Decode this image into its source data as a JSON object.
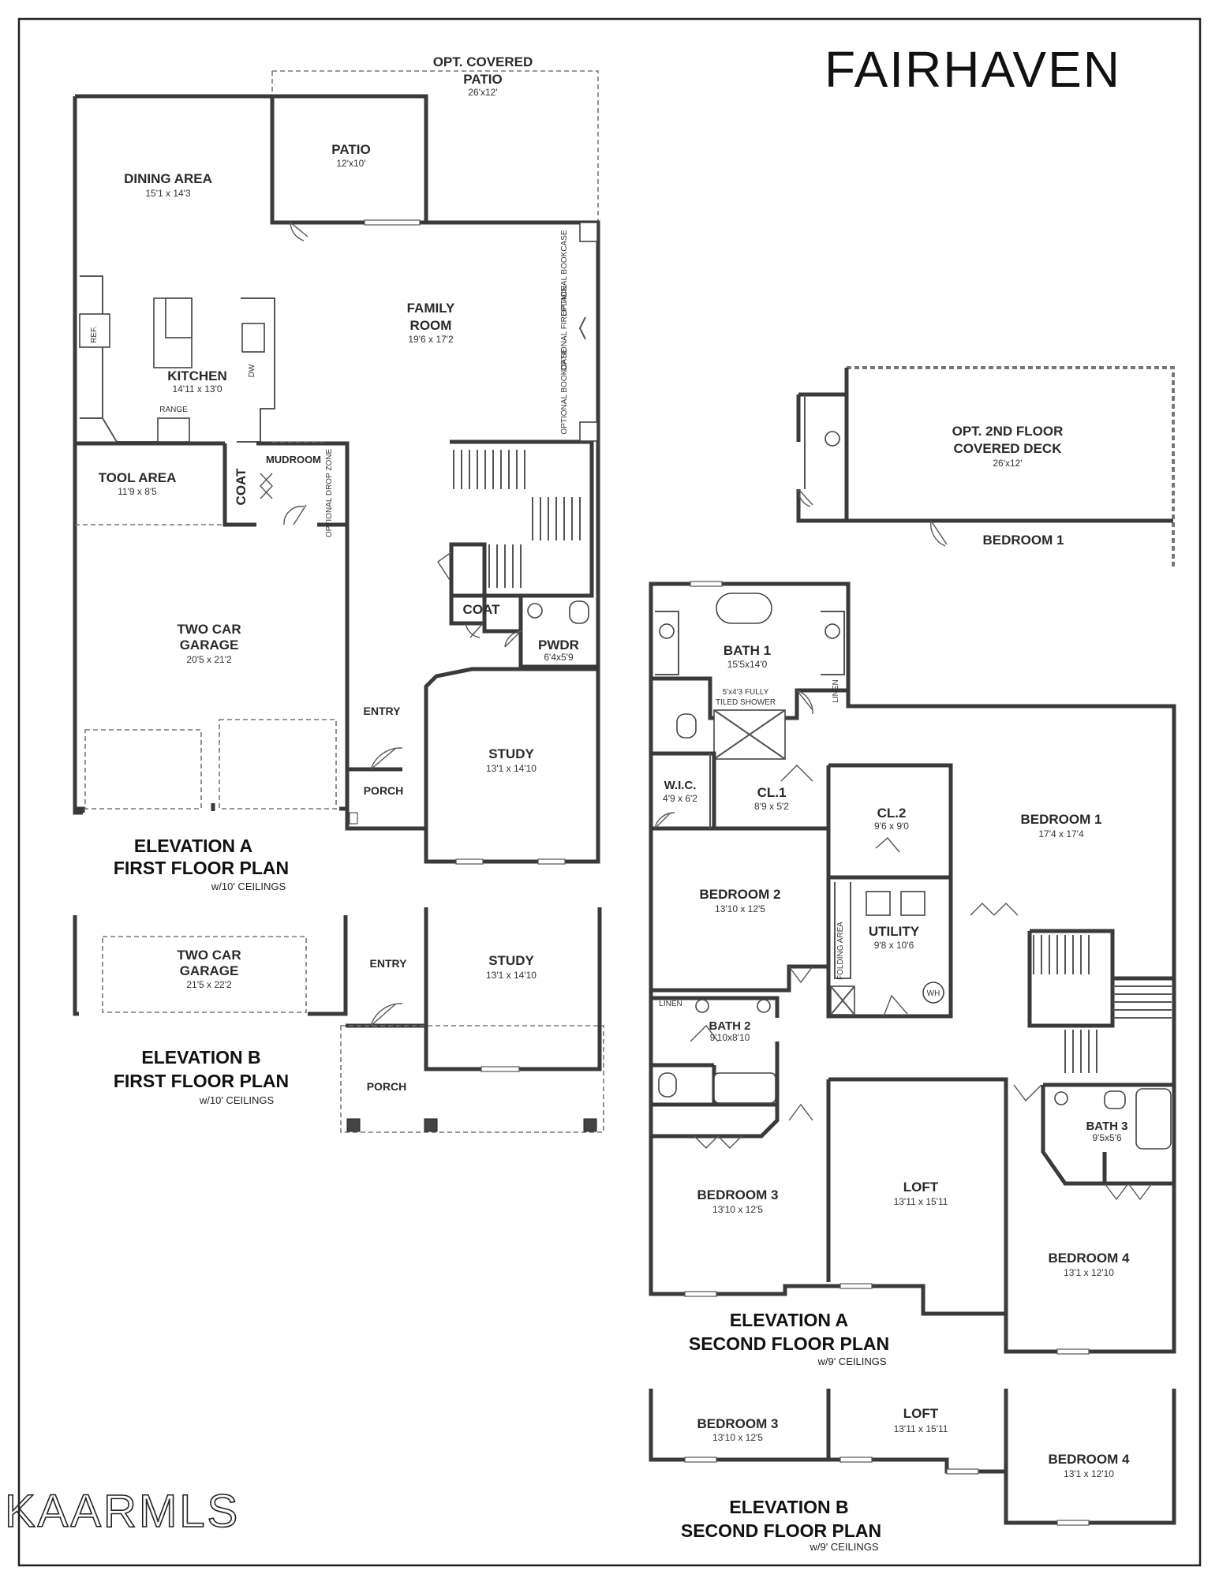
{
  "title": "FAIRHAVEN",
  "watermark": "KAARMLS",
  "plans": {
    "first_a": {
      "line1": "ELEVATION A",
      "line2": "FIRST FLOOR PLAN",
      "note": "w/10' CEILINGS"
    },
    "first_b": {
      "line1": "ELEVATION B",
      "line2": "FIRST FLOOR PLAN",
      "note": "w/10' CEILINGS"
    },
    "second_a": {
      "line1": "ELEVATION A",
      "line2": "SECOND FLOOR PLAN",
      "note": "w/9' CEILINGS"
    },
    "second_b": {
      "line1": "ELEVATION B",
      "line2": "SECOND FLOOR PLAN",
      "note": "w/9' CEILINGS"
    }
  },
  "first_floor": {
    "opt_covered_patio": {
      "line1": "OPT. COVERED",
      "line2": "PATIO",
      "dims": "26'x12'"
    },
    "patio": {
      "name": "PATIO",
      "dims": "12'x10'"
    },
    "dining": {
      "name": "DINING AREA",
      "dims": "15'1 x 14'3"
    },
    "family": {
      "line1": "FAMILY",
      "line2": "ROOM",
      "dims": "19'6 x 17'2"
    },
    "kitchen": {
      "name": "KITCHEN",
      "dims": "14'11 x 13'0"
    },
    "ref": "REF.",
    "dw": "DW",
    "range": "RANGE",
    "opt_bookcase_1": "OPTIONAL BOOKCASE",
    "opt_fireplace": "OPTIONAL FIREPLACE",
    "opt_bookcase_2": "OPTIONAL BOOKCASE",
    "tool_area": {
      "name": "TOOL AREA",
      "dims": "11'9 x 8'5"
    },
    "coat_1": "COAT",
    "mudroom": "MUDROOM",
    "drop_zone": "OPTIONAL DROP ZONE",
    "garage_a": {
      "line1": "TWO CAR",
      "line2": "GARAGE",
      "dims": "20'5 x 21'2"
    },
    "coat_2": "COAT",
    "pwdr": {
      "name": "PWDR",
      "dims": "6'4x5'9"
    },
    "entry_a": "ENTRY",
    "study_a": {
      "name": "STUDY",
      "dims": "13'1 x 14'10"
    },
    "porch_a": "PORCH",
    "garage_b": {
      "line1": "TWO CAR",
      "line2": "GARAGE",
      "dims": "21'5 x 22'2"
    },
    "entry_b": "ENTRY",
    "study_b": {
      "name": "STUDY",
      "dims": "13'1 x 14'10"
    },
    "porch_b": "PORCH"
  },
  "second_floor": {
    "opt_deck": {
      "line1": "OPT. 2ND FLOOR",
      "line2": "COVERED DECK",
      "dims": "26'x12'"
    },
    "deck_bedroom": "BEDROOM 1",
    "bath1": {
      "name": "BATH 1",
      "dims": "15'5x14'0"
    },
    "shower": {
      "line1": "5'x4'3 FULLY",
      "line2": "TILED SHOWER"
    },
    "linen_1": "LINEN",
    "wic": {
      "name": "W.I.C.",
      "dims": "4'9 x 6'2"
    },
    "cl1": {
      "name": "CL.1",
      "dims": "8'9 x 5'2"
    },
    "cl2": {
      "name": "CL.2",
      "dims": "9'6 x 9'0"
    },
    "bedroom1": {
      "name": "BEDROOM 1",
      "dims": "17'4 x 17'4"
    },
    "bedroom2": {
      "name": "BEDROOM 2",
      "dims": "13'10 x 12'5"
    },
    "utility": {
      "name": "UTILITY",
      "dims": "9'8 x 10'6"
    },
    "folding": "FOLDING AREA",
    "wh": "WH",
    "linen_2": "LINEN",
    "bath2": {
      "name": "BATH 2",
      "dims": "9'10x8'10"
    },
    "bath3": {
      "name": "BATH 3",
      "dims": "9'5x5'6"
    },
    "bedroom3": {
      "name": "BEDROOM 3",
      "dims": "13'10 x 12'5"
    },
    "loft": {
      "name": "LOFT",
      "dims": "13'11 x 15'11"
    },
    "bedroom4": {
      "name": "BEDROOM 4",
      "dims": "13'1 x 12'10"
    },
    "bedroom3_b": {
      "name": "BEDROOM 3",
      "dims": "13'10 x 12'5"
    },
    "loft_b": {
      "name": "LOFT",
      "dims": "13'11 x 15'11"
    },
    "bedroom4_b": {
      "name": "BEDROOM 4",
      "dims": "13'1 x 12'10"
    }
  }
}
